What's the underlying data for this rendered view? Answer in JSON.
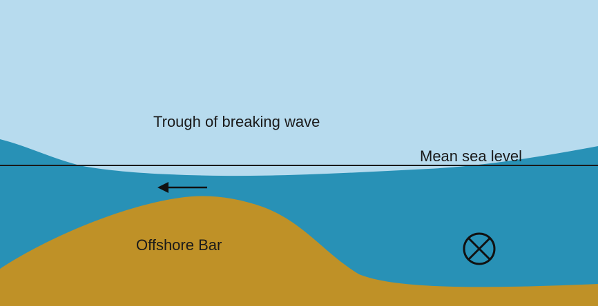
{
  "labels": {
    "trough": "Trough of breaking wave",
    "mean_sea_level": "Mean sea level",
    "offshore_bar": "Offshore Bar"
  },
  "colors": {
    "sky": "#b7dbee",
    "water": "#2891b6",
    "sand": "#bf9127",
    "line": "#1a1a1a"
  },
  "icons": {
    "flow_direction": "left-arrow-icon",
    "into_page_current": "circle-x-icon"
  }
}
